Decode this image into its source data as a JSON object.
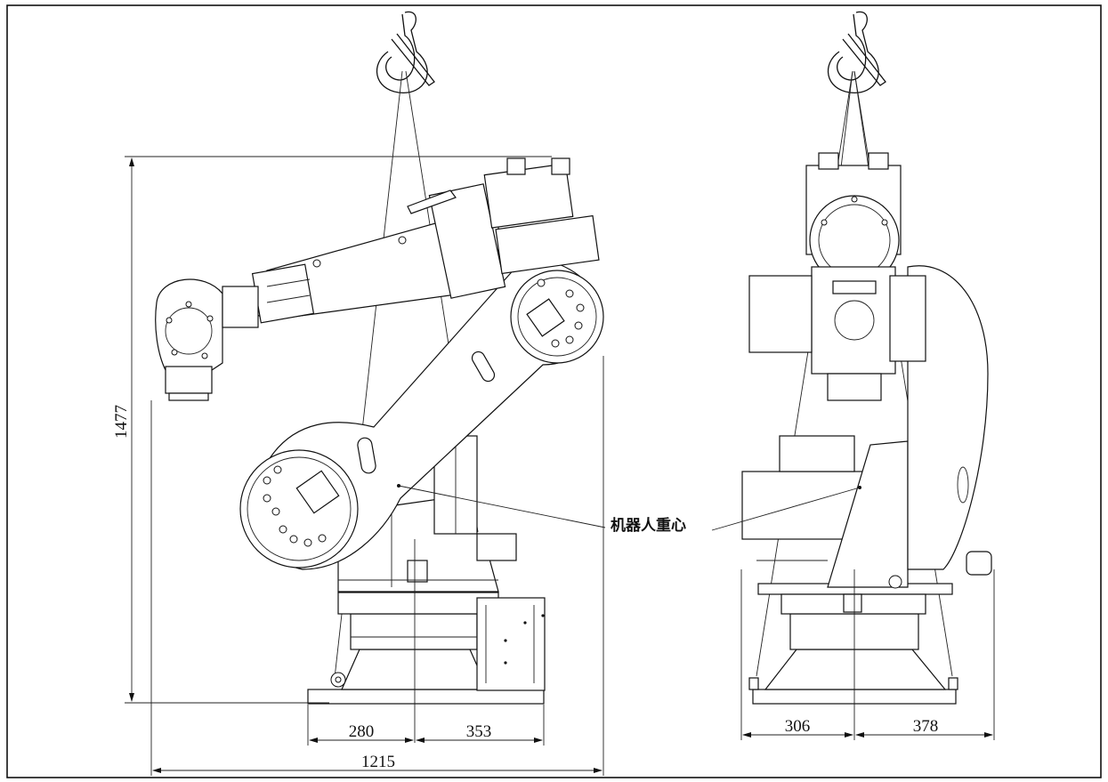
{
  "drawing": {
    "center_of_gravity_label": "机器人重心",
    "dimensions": {
      "height": "1477",
      "side_left_offset": "280",
      "side_right_offset": "353",
      "overall_width": "1215",
      "front_left_offset": "306",
      "front_right_offset": "378"
    }
  }
}
